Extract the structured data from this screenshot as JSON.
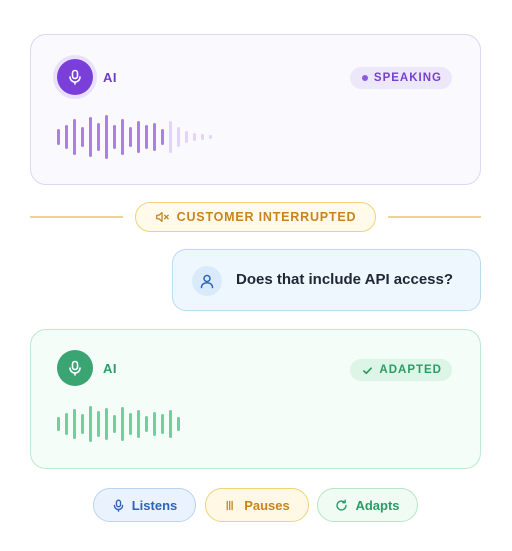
{
  "ai_speaking_card": {
    "name": "AI",
    "status": "SPEAKING",
    "avatar_icon": "microphone-icon",
    "accent": "#7a3ed9"
  },
  "interruption": {
    "label": "CUSTOMER INTERRUPTED",
    "icon": "speaker-muted-icon",
    "accent": "#c9851c"
  },
  "customer": {
    "avatar_icon": "user-icon",
    "message": "Does that include API access?",
    "accent": "#2f63b5"
  },
  "ai_adapted_card": {
    "name": "AI",
    "status": "ADAPTED",
    "avatar_icon": "microphone-icon",
    "status_icon": "check-icon",
    "accent": "#3aa573"
  },
  "legend": [
    {
      "label": "Listens",
      "icon": "microphone-icon"
    },
    {
      "label": "Pauses",
      "icon": "pause-icon"
    },
    {
      "label": "Adapts",
      "icon": "refresh-icon"
    }
  ]
}
